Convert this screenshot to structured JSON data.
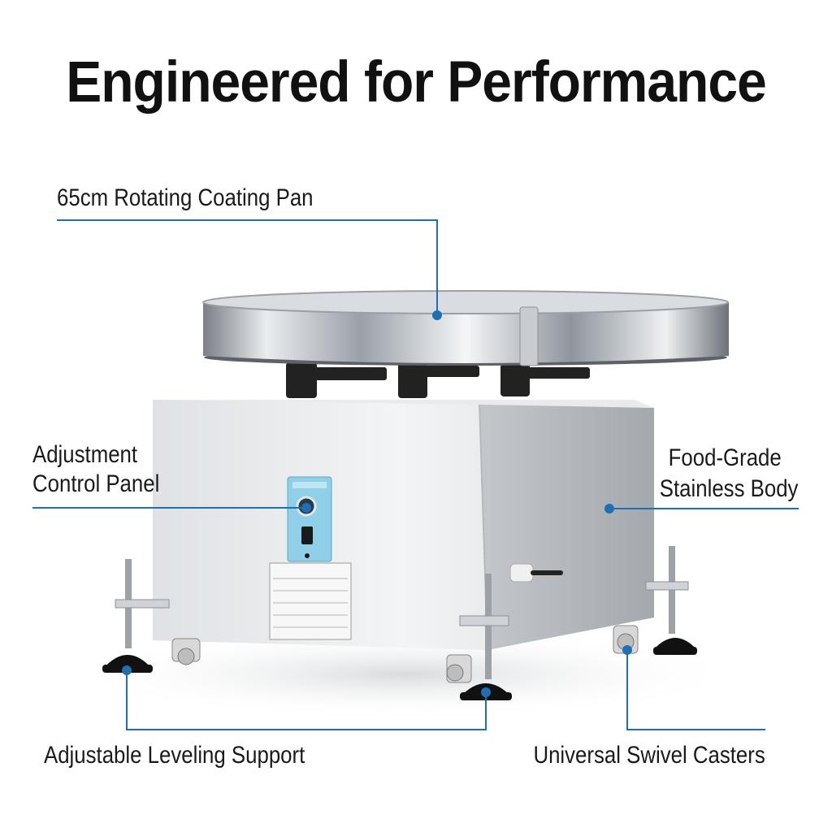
{
  "headline": "Engineered for Performance",
  "callouts": {
    "pan": "65cm Rotating Coating Pan",
    "control_line1": "Adjustment",
    "control_line2": "Control Panel",
    "body_line1": "Food-Grade",
    "body_line2": "Stainless Body",
    "leveling": "Adjustable Leveling Support",
    "casters": "Universal Swivel Casters"
  },
  "colors": {
    "accent": "#1f6fb5",
    "panel": "#8fd0e8",
    "steel": "#c9cdd2"
  },
  "icons": [
    "speed-knob-icon",
    "power-switch-icon"
  ]
}
